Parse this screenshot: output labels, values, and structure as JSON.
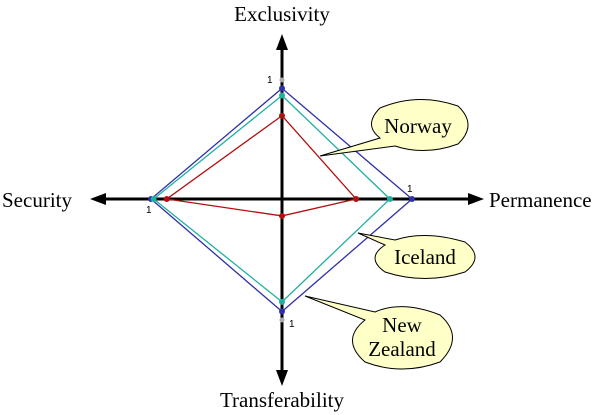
{
  "chart_data": {
    "type": "radar",
    "axes": [
      {
        "name": "Exclusivity",
        "direction": "up",
        "tick_label": "1"
      },
      {
        "name": "Permanence",
        "direction": "right",
        "tick_label": "1"
      },
      {
        "name": "Transferability",
        "direction": "down",
        "tick_label": "1"
      },
      {
        "name": "Security",
        "direction": "left",
        "tick_label": "1"
      }
    ],
    "range": [
      0,
      1
    ],
    "series": [
      {
        "name": "Norway",
        "color": "#b01010",
        "callout": [
          "Norway"
        ],
        "values": {
          "Exclusivity": 0.7,
          "Permanence": 0.57,
          "Transferability": 0.14,
          "Security": 0.88
        }
      },
      {
        "name": "Iceland",
        "color": "#20b0a0",
        "callout": [
          "Iceland"
        ],
        "values": {
          "Exclusivity": 0.87,
          "Permanence": 0.83,
          "Transferability": 0.85,
          "Security": 0.98
        }
      },
      {
        "name": "New Zealand",
        "color": "#3030a8",
        "callout": [
          "New",
          "Zealand"
        ],
        "values": {
          "Exclusivity": 0.93,
          "Permanence": 1.0,
          "Transferability": 0.93,
          "Security": 1.0
        }
      }
    ],
    "callout_fill": "#ffffc8"
  }
}
